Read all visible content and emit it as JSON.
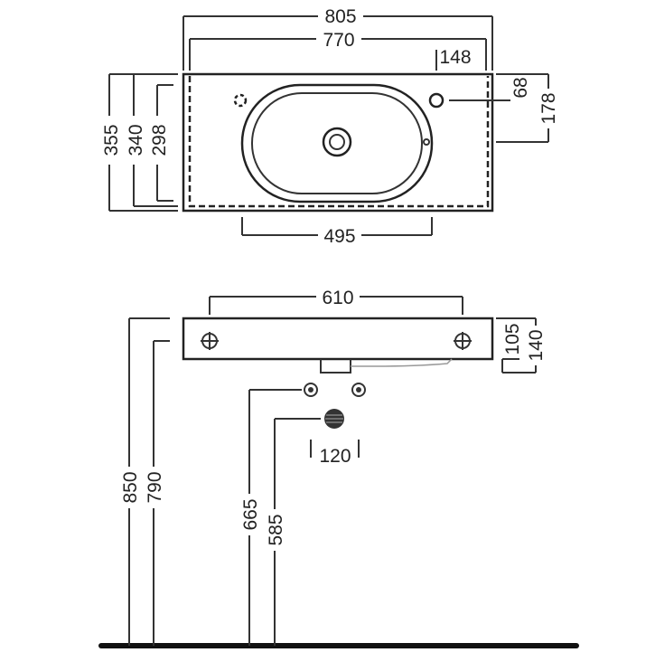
{
  "top_view": {
    "dims": {
      "overall_width": "805",
      "inner_width": "770",
      "tap_offset": "148",
      "tap_hole_to_edge": "68",
      "tap_side_depth": "178",
      "overall_depth": "355",
      "depth_340": "340",
      "depth_298": "298",
      "bowl_width": "495"
    }
  },
  "front_view": {
    "dims": {
      "fixing_centres": "610",
      "slab_height": "105",
      "overall_height": "140",
      "rim_height": "850",
      "underside_height": "790",
      "supply_height": "665",
      "waste_height": "585",
      "supply_centres": "120"
    }
  }
}
